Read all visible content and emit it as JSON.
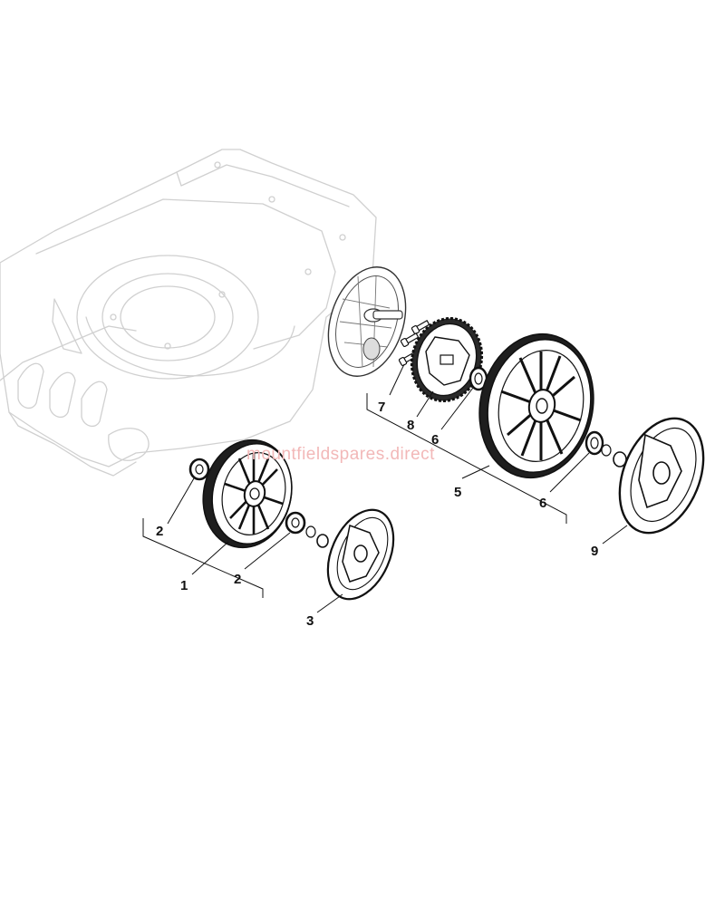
{
  "watermark": "mountfieldspares.direct",
  "callouts": [
    {
      "id": "c1",
      "text": "1"
    },
    {
      "id": "c2a",
      "text": "2"
    },
    {
      "id": "c2b",
      "text": "2"
    },
    {
      "id": "c3",
      "text": "3"
    },
    {
      "id": "c5",
      "text": "5"
    },
    {
      "id": "c6a",
      "text": "6"
    },
    {
      "id": "c6b",
      "text": "6"
    },
    {
      "id": "c7",
      "text": "7"
    },
    {
      "id": "c8",
      "text": "8"
    },
    {
      "id": "c9",
      "text": "9"
    }
  ],
  "colors": {
    "line": "#111111",
    "deck_ghost": "#d0d0d0",
    "watermark": "#f2b8b8",
    "background": "#ffffff"
  }
}
